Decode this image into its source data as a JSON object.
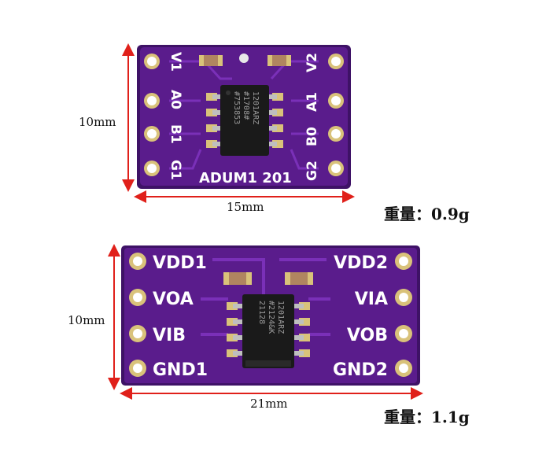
{
  "board1": {
    "height_dim": "10mm",
    "width_dim": "15mm",
    "weight": "重量：0.9g",
    "title": "ADUM1 201",
    "left_pins": [
      "V1",
      "A0",
      "B1",
      "G1"
    ],
    "right_pins": [
      "V2",
      "A1",
      "B0",
      "G2"
    ],
    "chip_lines": [
      "1201ARZ",
      "#1708#",
      "#753853"
    ]
  },
  "board2": {
    "height_dim": "10mm",
    "width_dim": "21mm",
    "weight": "重量：1.1g",
    "left_pins": [
      "VDD1",
      "VOA",
      "VIB",
      "GND1"
    ],
    "right_pins": [
      "VDD2",
      "VIA",
      "VOB",
      "GND2"
    ],
    "chip_lines": [
      "1201ARZ",
      "#2124&K",
      "21128"
    ]
  },
  "colors": {
    "pcb": "#5a1c8c",
    "pcb_dark": "#3e1266",
    "trace": "#7a30b8",
    "gold": "#d9c27a",
    "arrow": "#e0201a"
  }
}
